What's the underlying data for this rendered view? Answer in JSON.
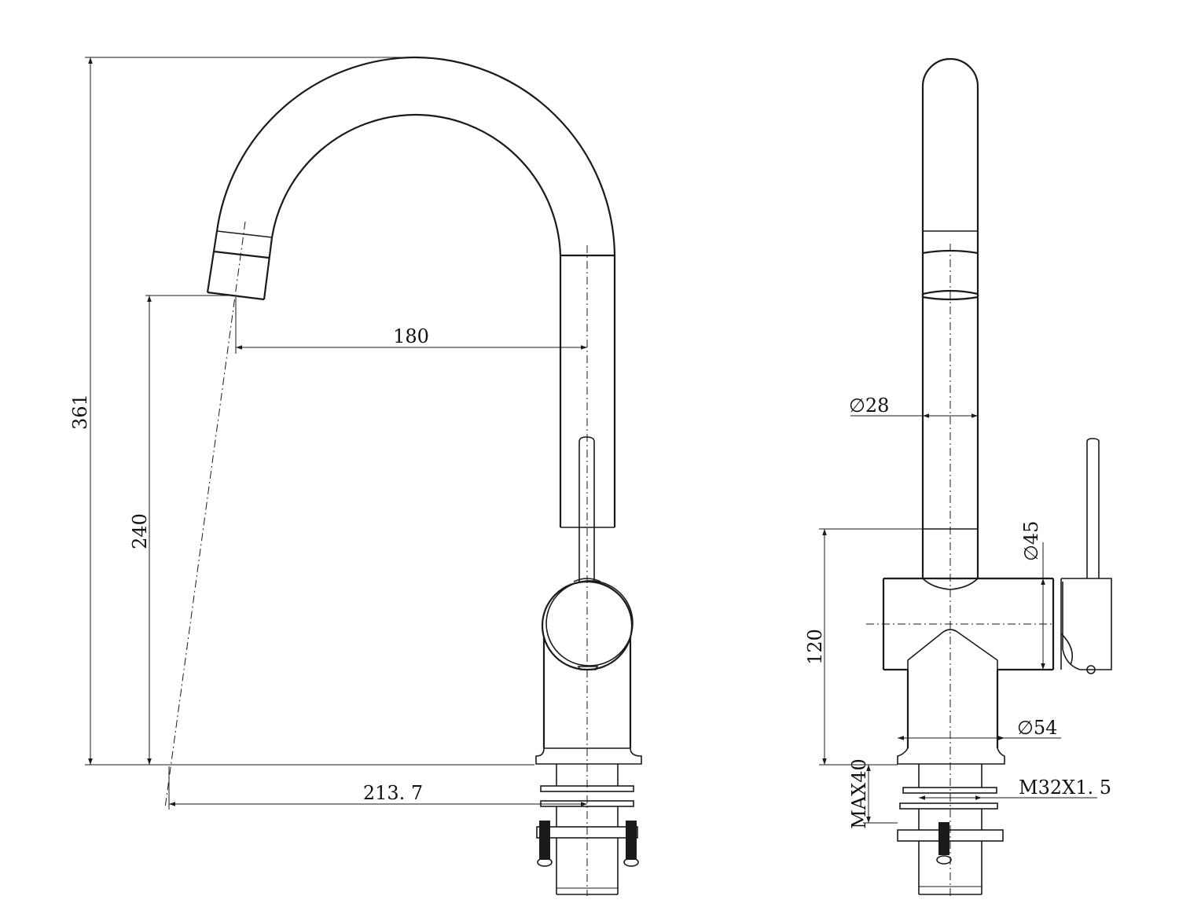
{
  "side_view": {
    "dimensions": {
      "overall_height": "361",
      "spout_height": "240",
      "spout_reach": "180",
      "swing_reach": "213. 7"
    }
  },
  "front_view": {
    "dimensions": {
      "spout_diameter": "28",
      "body_diameter": "45",
      "body_height": "120",
      "base_diameter": "54",
      "max_deck_thickness": "MAX40",
      "thread": "M32X1. 5"
    },
    "diameter_symbol": "∅"
  }
}
